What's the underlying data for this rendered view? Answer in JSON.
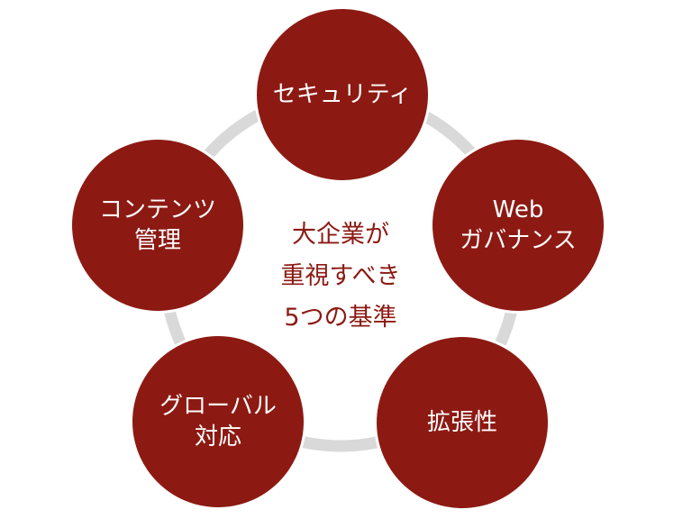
{
  "colors": {
    "node": "#8c1a13",
    "ring": "#d9d9d9",
    "node_text": "#ffffff",
    "center_text": "#8c1a13"
  },
  "center": {
    "lines": [
      "大企業が",
      "重視すべき",
      "5つの基準"
    ]
  },
  "nodes": [
    {
      "id": "security",
      "lines": [
        "セキュリティ"
      ]
    },
    {
      "id": "web-governance",
      "lines": [
        "Web",
        "ガバナンス"
      ]
    },
    {
      "id": "scalability",
      "lines": [
        "拡張性"
      ]
    },
    {
      "id": "global",
      "lines": [
        "グローバル",
        "対応"
      ]
    },
    {
      "id": "content",
      "lines": [
        "コンテンツ",
        "管理"
      ]
    }
  ]
}
